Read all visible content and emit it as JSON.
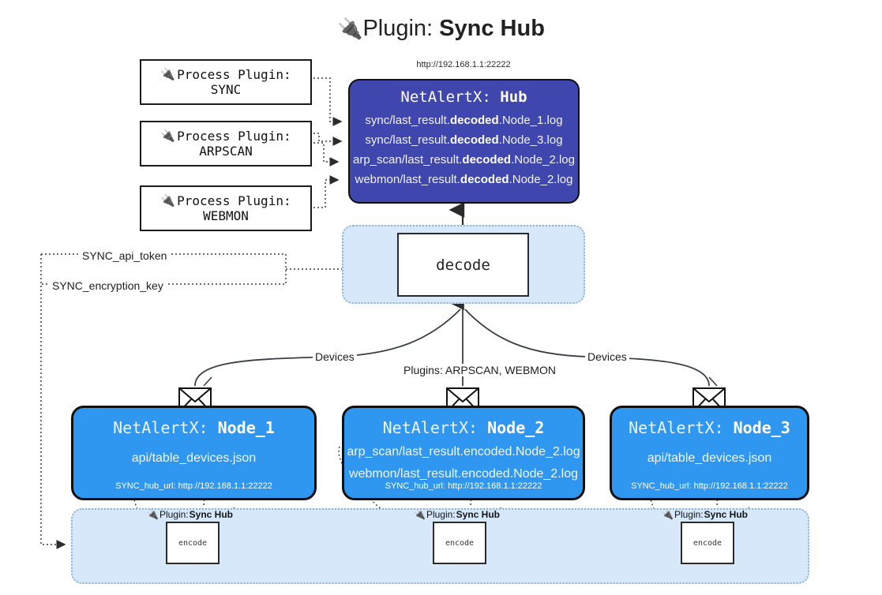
{
  "title": {
    "icon": "plug-icon",
    "prefix": "Plugin: ",
    "name": "Sync Hub"
  },
  "hub": {
    "url": "http://192.168.1.1:22222",
    "title_prefix": "NetAlertX: ",
    "title_name": "Hub",
    "logs": [
      {
        "pre": "sync/last_result.",
        "em": "decoded",
        "post": ".Node_1.log"
      },
      {
        "pre": "sync/last_result.",
        "em": "decoded",
        "post": ".Node_3.log"
      },
      {
        "pre": "arp_scan/last_result.",
        "em": "decoded",
        "post": ".Node_2.log"
      },
      {
        "pre": "webmon/last_result.",
        "em": "decoded",
        "post": ".Node_2.log"
      }
    ]
  },
  "process_plugins": [
    {
      "icon": "plug-icon",
      "label": "Process Plugin:",
      "name": "SYNC"
    },
    {
      "icon": "plug-icon",
      "label": "Process Plugin:",
      "name": "ARPSCAN"
    },
    {
      "icon": "plug-icon",
      "label": "Process Plugin:",
      "name": "WEBMON"
    }
  ],
  "decode": {
    "label": "decode"
  },
  "edge_labels": {
    "api_token": "SYNC_api_token",
    "encryption_key": "SYNC_encryption_key",
    "devices_left": "Devices",
    "devices_right": "Devices",
    "plugins_mid": "Plugins: ARPSCAN, WEBMON"
  },
  "nodes": [
    {
      "title_prefix": "NetAlertX: ",
      "title_name": "Node_1",
      "lines": [
        "api/table_devices.json"
      ],
      "footer_key": "SYNC_hub_url: ",
      "footer_value": "http://192.168.1.1:22222",
      "envelope": "envelope-icon"
    },
    {
      "title_prefix": "NetAlertX: ",
      "title_name": "Node_2",
      "lines": [
        "arp_scan/last_result.encoded.Node_2.log",
        "webmon/last_result.encoded.Node_2.log"
      ],
      "footer_key": "SYNC_hub_url: ",
      "footer_value": "http://192.168.1.1:22222",
      "envelope": "envelope-icon"
    },
    {
      "title_prefix": "NetAlertX: ",
      "title_name": "Node_3",
      "lines": [
        "api/table_devices.json"
      ],
      "footer_key": "SYNC_hub_url: ",
      "footer_value": "http://192.168.1.1:22222",
      "envelope": "envelope-icon"
    }
  ],
  "encoders": [
    {
      "caption_icon": "plug-icon",
      "caption_prefix": "Plugin: ",
      "caption_name": "Sync Hub",
      "label": "encode"
    },
    {
      "caption_icon": "plug-icon",
      "caption_prefix": "Plugin: ",
      "caption_name": "Sync Hub",
      "label": "encode"
    },
    {
      "caption_icon": "plug-icon",
      "caption_prefix": "Plugin: ",
      "caption_name": "Sync Hub",
      "label": "encode"
    }
  ],
  "colors": {
    "hub_fill": "#3f46ad",
    "node_fill": "#2f97f0",
    "band_fill": "#d6e8fa",
    "band_border": "#8fb4cf",
    "stroke": "#101010"
  }
}
